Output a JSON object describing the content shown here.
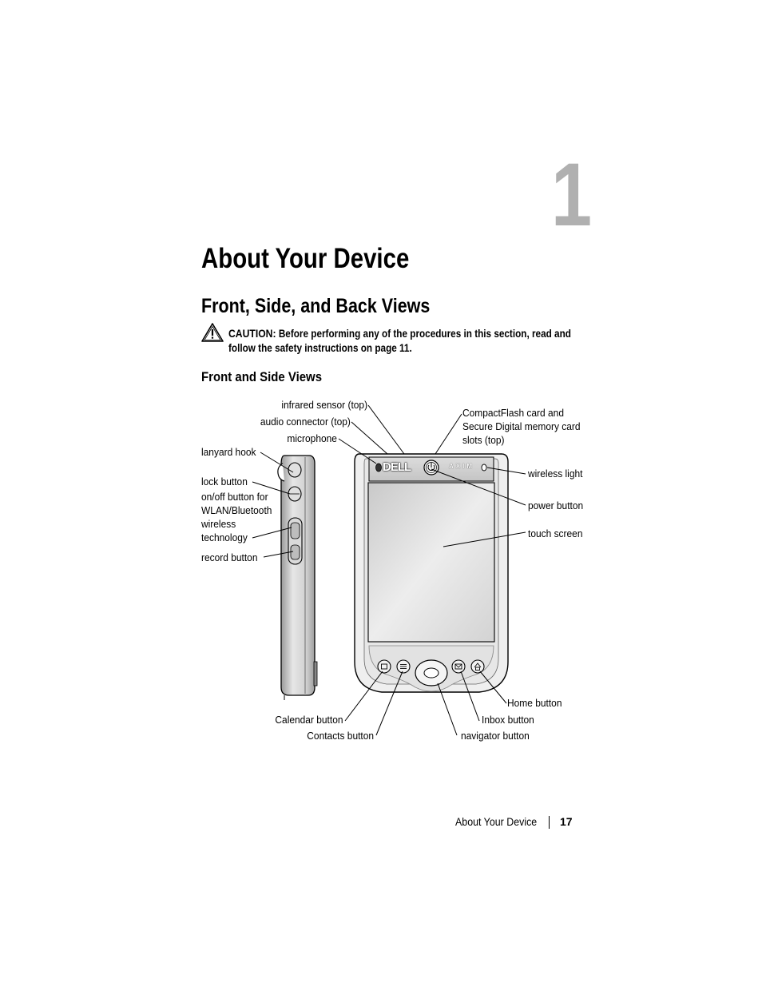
{
  "chapter": {
    "number": "1",
    "title": "About Your Device"
  },
  "section": {
    "title": "Front, Side, and Back Views"
  },
  "caution": {
    "label": "CAUTION:",
    "text": "Before performing any of the procedures in this section, read and follow the safety instructions on page 11."
  },
  "subsection": {
    "title": "Front and Side Views"
  },
  "figure": {
    "device_brand": "DELL",
    "device_model": "AXIM",
    "callouts": {
      "infrared_sensor": "infrared sensor (top)",
      "audio_connector": "audio connector (top)",
      "microphone": "microphone",
      "lanyard_hook": "lanyard hook",
      "lock_button": "lock button",
      "onoff_line1": "on/off button for",
      "onoff_line2": "WLAN/Bluetooth",
      "onoff_line3": "wireless",
      "onoff_line4": "technology",
      "record_button": "record button",
      "cf_line1": "CompactFlash card and",
      "cf_line2": "Secure Digital memory card",
      "cf_line3": "slots (top)",
      "wireless_light": "wireless light",
      "power_button": "power button",
      "touch_screen": "touch screen",
      "home_button": "Home button",
      "calendar_button": "Calendar button",
      "inbox_button": "Inbox button",
      "contacts_button": "Contacts button",
      "navigator_button": "navigator button"
    }
  },
  "footer": {
    "title": "About Your Device",
    "page": "17"
  }
}
